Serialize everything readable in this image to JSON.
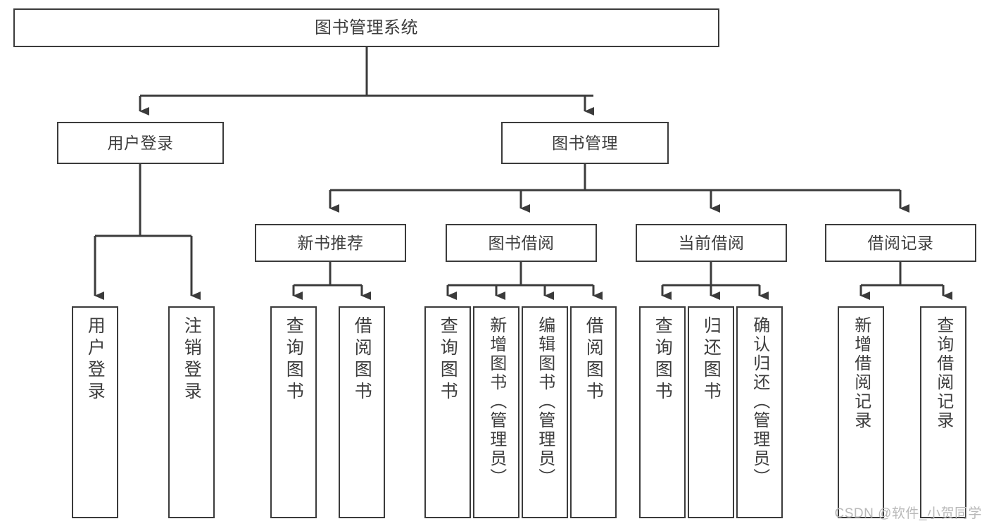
{
  "diagram": {
    "title": "图书管理系统",
    "type": "功能结构图",
    "stroke_color": "#3b3b3b",
    "text_color": "#3d3d3d",
    "background_color": "#ffffff"
  },
  "nodes": {
    "root": {
      "label": "图书管理系统"
    },
    "level1": [
      {
        "id": "user-login",
        "label": "用户登录"
      },
      {
        "id": "book-manage",
        "label": "图书管理"
      }
    ],
    "level2": [
      {
        "id": "new-book-recommend",
        "label": "新书推荐"
      },
      {
        "id": "book-borrow",
        "label": "图书借阅"
      },
      {
        "id": "current-borrow",
        "label": "当前借阅"
      },
      {
        "id": "borrow-record",
        "label": "借阅记录"
      }
    ],
    "leaves": {
      "user_login": [
        {
          "id": "leaf-user-login",
          "label": "用户登录"
        },
        {
          "id": "leaf-logout-login",
          "label": "注销登录"
        }
      ],
      "new_book_recommend": [
        {
          "id": "leaf-query-book-1",
          "label": "查询图书"
        },
        {
          "id": "leaf-borrow-book-1",
          "label": "借阅图书"
        }
      ],
      "book_borrow": [
        {
          "id": "leaf-query-book-2",
          "label": "查询图书"
        },
        {
          "id": "leaf-add-book",
          "label": "新增图书（管理员）"
        },
        {
          "id": "leaf-edit-book",
          "label": "编辑图书（管理员）"
        },
        {
          "id": "leaf-borrow-book-2",
          "label": "借阅图书"
        }
      ],
      "current_borrow": [
        {
          "id": "leaf-query-book-3",
          "label": "查询图书"
        },
        {
          "id": "leaf-return-book",
          "label": "归还图书"
        },
        {
          "id": "leaf-confirm-return",
          "label": "确认归还（管理员）"
        }
      ],
      "borrow_record": [
        {
          "id": "leaf-add-record",
          "label": "新增借阅记录"
        },
        {
          "id": "leaf-query-record",
          "label": "查询借阅记录"
        }
      ]
    }
  },
  "watermark": {
    "text": "CSDN @软件_小贺同学"
  }
}
